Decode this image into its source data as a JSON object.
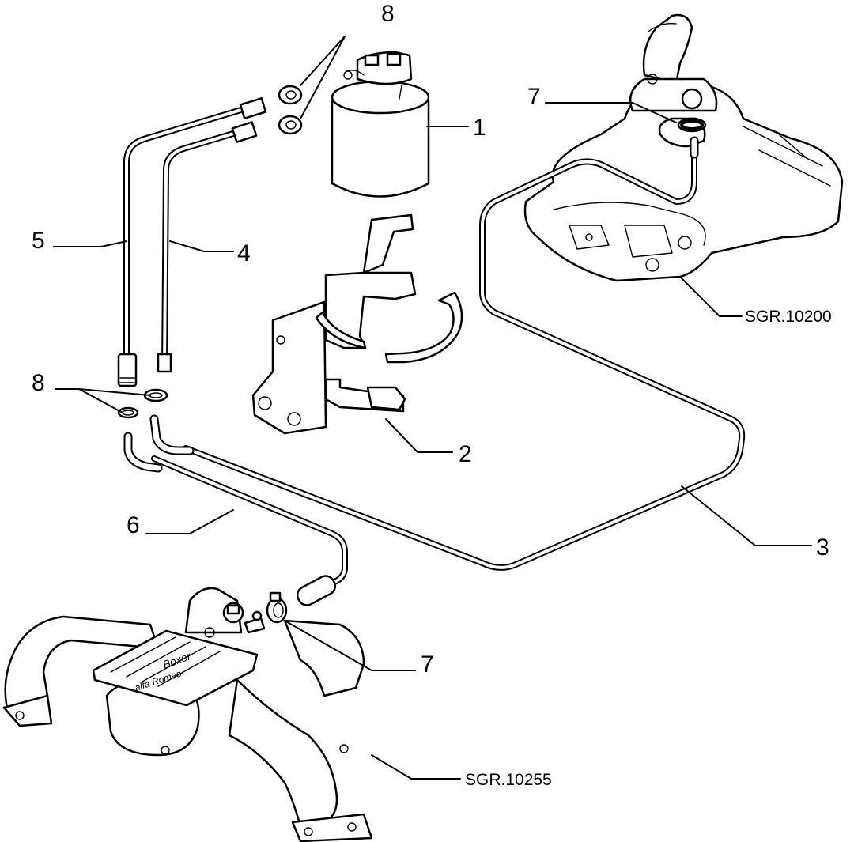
{
  "callouts": {
    "c1": "1",
    "c2": "2",
    "c3": "3",
    "c4": "4",
    "c5": "5",
    "c6": "6",
    "c7_top": "7",
    "c7_bottom": "7",
    "c8_top": "8",
    "c8_left": "8"
  },
  "references": {
    "fuel_tank": "SGR.10200",
    "intake_manifold": "SGR.10255"
  },
  "manifold_cover_text": {
    "line1": "Boxer",
    "line2": "alfa Romeo"
  }
}
